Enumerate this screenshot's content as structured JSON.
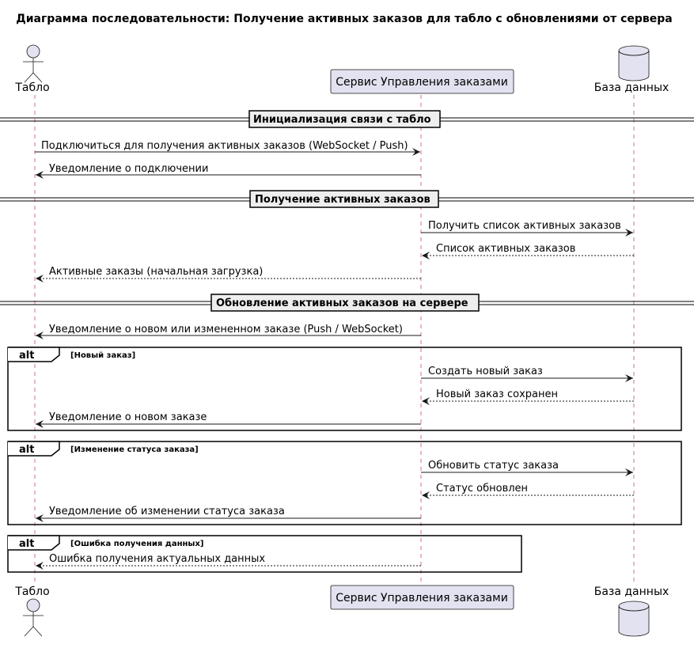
{
  "title": "Диаграмма последовательности: Получение активных заказов для табло с обновлениями от сервера",
  "participants": {
    "tablo": "Табло",
    "service": "Сервис Управления заказами",
    "db": "База данных"
  },
  "sections": {
    "init": "Инициализация связи с табло",
    "fetch": "Получение активных заказов",
    "update": "Обновление активных заказов на сервере"
  },
  "messages": {
    "m1": "Подключиться для получения активных заказов (WebSocket / Push)",
    "m2": "Уведомление о подключении",
    "m3": "Получить список активных заказов",
    "m4": "Список активных заказов",
    "m5": "Активные заказы (начальная загрузка)",
    "m6": "Уведомление о новом или измененном заказе (Push / WebSocket)",
    "a1m1": "Создать новый заказ",
    "a1m2": "Новый заказ сохранен",
    "a1m3": "Уведомление о новом заказе",
    "a2m1": "Обновить статус заказа",
    "a2m2": "Статус обновлен",
    "a2m3": "Уведомление об изменении статуса заказа",
    "a3m1": "Ошибка получения актуальных данных"
  },
  "alts": {
    "keyword": "alt",
    "guard1": "[Новый заказ]",
    "guard2": "[Изменение статуса заказа]",
    "guard3": "[Ошибка получения данных]"
  },
  "colors": {
    "participant_fill": "#e2e2f0",
    "lifeline": "#a80036"
  }
}
